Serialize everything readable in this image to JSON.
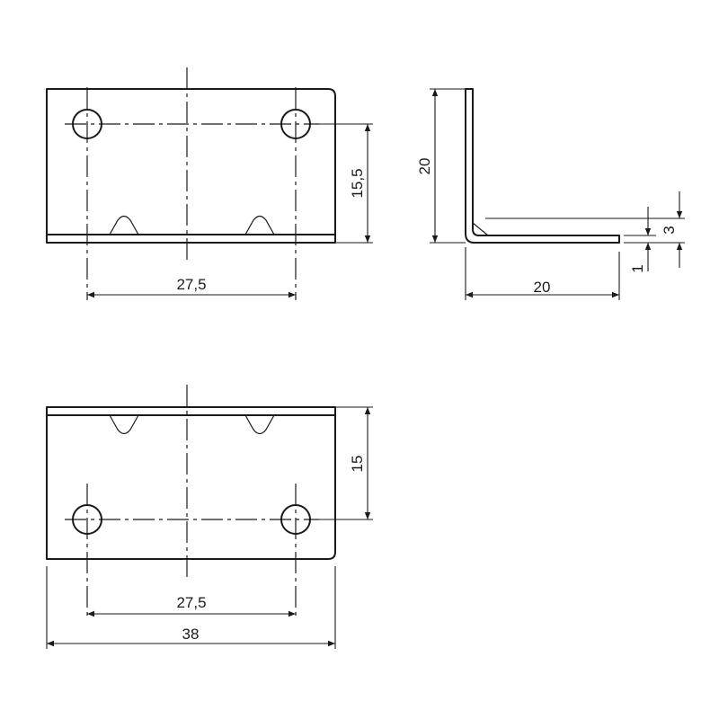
{
  "drawing": {
    "title": "",
    "top_view": {
      "hole_spacing": "27,5",
      "height": "15,5"
    },
    "side_view": {
      "height": "20",
      "width": "20",
      "thickness": "1",
      "rib_depth": "3"
    },
    "bottom_view": {
      "hole_spacing": "27,5",
      "overall_width": "38",
      "height": "15"
    }
  }
}
